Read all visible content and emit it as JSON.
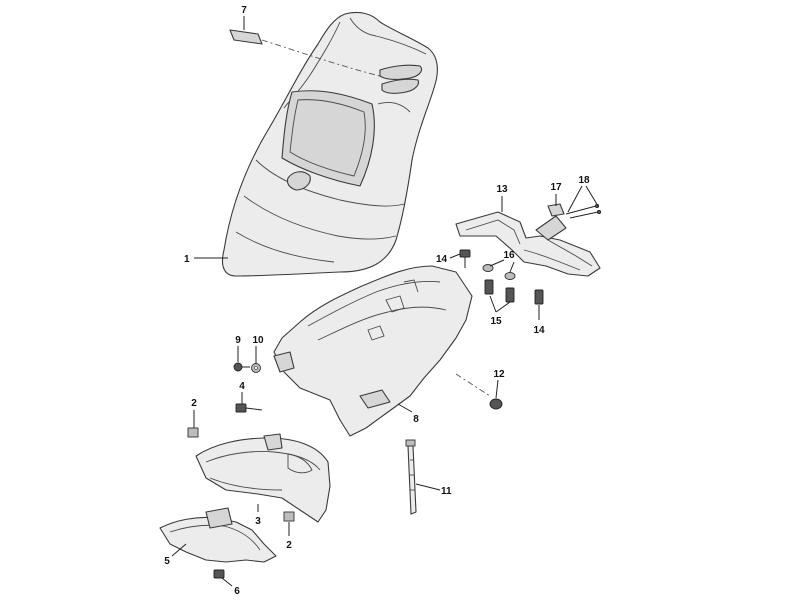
{
  "callouts": [
    {
      "id": "c1",
      "label": "1"
    },
    {
      "id": "c2a",
      "label": "2"
    },
    {
      "id": "c2b",
      "label": "2"
    },
    {
      "id": "c3",
      "label": "3"
    },
    {
      "id": "c4",
      "label": "4"
    },
    {
      "id": "c5",
      "label": "5"
    },
    {
      "id": "c6",
      "label": "6"
    },
    {
      "id": "c7",
      "label": "7"
    },
    {
      "id": "c8",
      "label": "8"
    },
    {
      "id": "c9",
      "label": "9"
    },
    {
      "id": "c10",
      "label": "10"
    },
    {
      "id": "c11",
      "label": "11"
    },
    {
      "id": "c12",
      "label": "12"
    },
    {
      "id": "c13",
      "label": "13"
    },
    {
      "id": "c14a",
      "label": "14"
    },
    {
      "id": "c14b",
      "label": "14"
    },
    {
      "id": "c15",
      "label": "15"
    },
    {
      "id": "c16",
      "label": "16"
    },
    {
      "id": "c17",
      "label": "17"
    },
    {
      "id": "c18",
      "label": "18"
    }
  ]
}
